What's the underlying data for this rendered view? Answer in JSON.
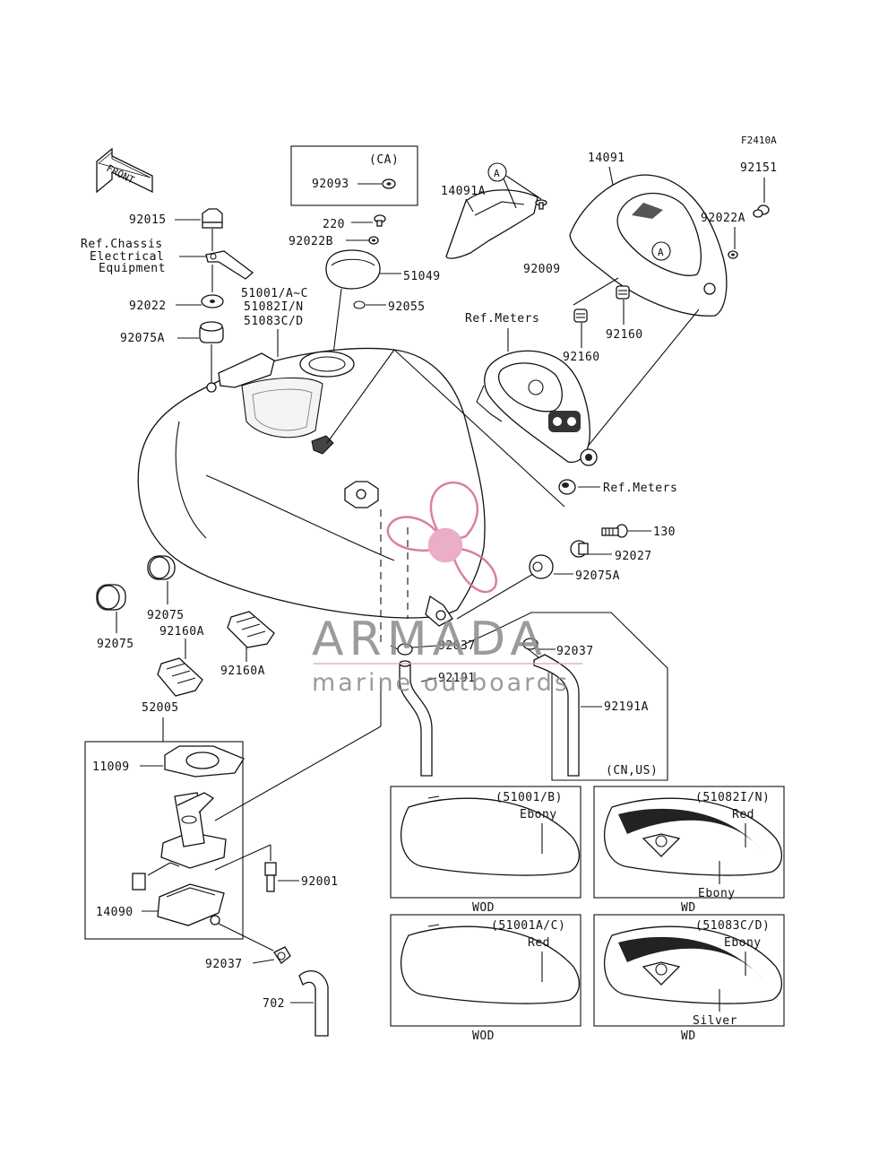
{
  "diagram": {
    "code": "F2410A",
    "front_label": "FRONT",
    "callouts": {
      "c92015": "92015",
      "ref_chassis_1": "Ref.Chassis",
      "ref_chassis_2": "Electrical",
      "ref_chassis_3": "Equipment",
      "c92022": "92022",
      "c92075A_top": "92075A",
      "ca_tag": "(CA)",
      "c92093": "92093",
      "c220": "220",
      "c92022B": "92022B",
      "c51049": "51049",
      "c92055": "92055",
      "tank_1": "51001/A~C",
      "tank_2": "51082I/N",
      "tank_3": "51083C/D",
      "c14091A": "14091A",
      "circle_a": "A",
      "c92009": "92009",
      "c14091": "14091",
      "c92151": "92151",
      "c92022A": "92022A",
      "ref_meters_1": "Ref.Meters",
      "c92160_a": "92160",
      "c92160_b": "92160",
      "ref_meters_2": "Ref.Meters",
      "c130": "130",
      "c92027": "92027",
      "c92075A_mid": "92075A",
      "c92075_a": "92075",
      "c92075_b": "92075",
      "c92160A_a": "92160A",
      "c92160A_b": "92160A",
      "c92037_a": "92037",
      "c92037_b": "92037",
      "c92191": "92191",
      "c92191A": "92191A",
      "cn_us": "(CN,US)",
      "c52005": "52005",
      "c11009": "11009",
      "c92001": "92001",
      "c14090": "14090",
      "c92037_c": "92037",
      "c702": "702"
    },
    "variants": [
      {
        "code": "(51001/B)",
        "color1": "Ebony",
        "color2": "",
        "caption": "WOD"
      },
      {
        "code": "(51082I/N)",
        "color1": "Red",
        "color2": "Ebony",
        "caption": "WD"
      },
      {
        "code": "(51001A/C)",
        "color1": "Red",
        "color2": "",
        "caption": "WOD"
      },
      {
        "code": "(51083C/D)",
        "color1": "Ebony",
        "color2": "Silver",
        "caption": "WD"
      }
    ]
  },
  "watermark": {
    "brand": "ARMADA",
    "tagline": "marine outboards",
    "colors": {
      "propeller": "#e8a0bf",
      "propeller_stroke": "#d26a98",
      "text": "#8a8a8a"
    }
  }
}
